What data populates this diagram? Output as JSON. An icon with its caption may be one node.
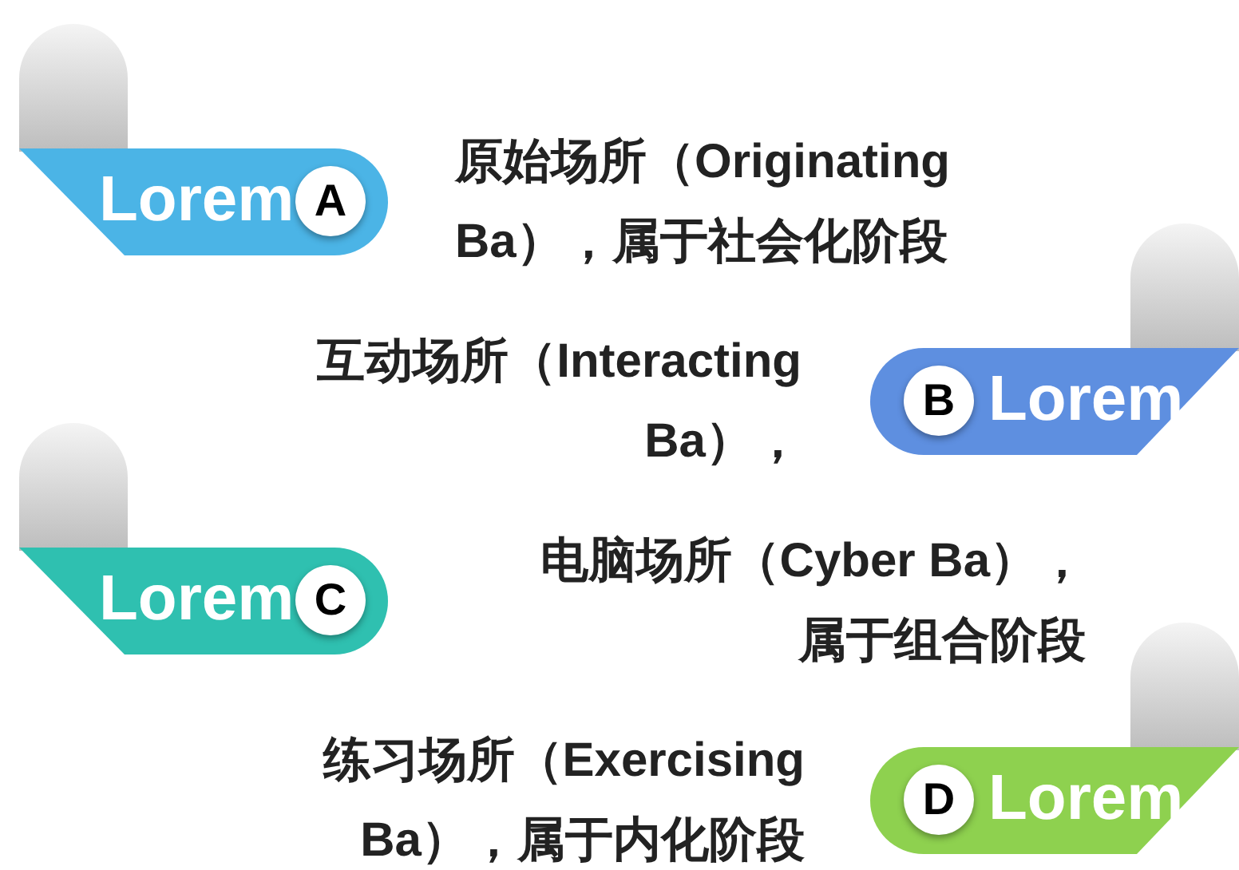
{
  "diagram": {
    "nodes": [
      {
        "text": [
          "Lorem"
        ]
      },
      {
        "text": [
          "A"
        ],
        "in": 0
      },
      {
        "text": [
          "Lorem"
        ]
      },
      {
        "text": [
          "B"
        ],
        "in": 2
      },
      {
        "text": [
          "Lorem"
        ]
      },
      {
        "text": [
          "C"
        ],
        "in": 4
      },
      {
        "text": [
          "Lorem"
        ]
      },
      {
        "text": [
          "D"
        ],
        "in": 6
      }
    ],
    "labels": [
      "原始场所（Originating Ba），属于社会化阶段",
      "互动场所（Interacting Ba），",
      "电脑场所（Cyber Ba），属于组合阶段",
      "练习场所（Exercising Ba），属于内化阶段"
    ]
  }
}
